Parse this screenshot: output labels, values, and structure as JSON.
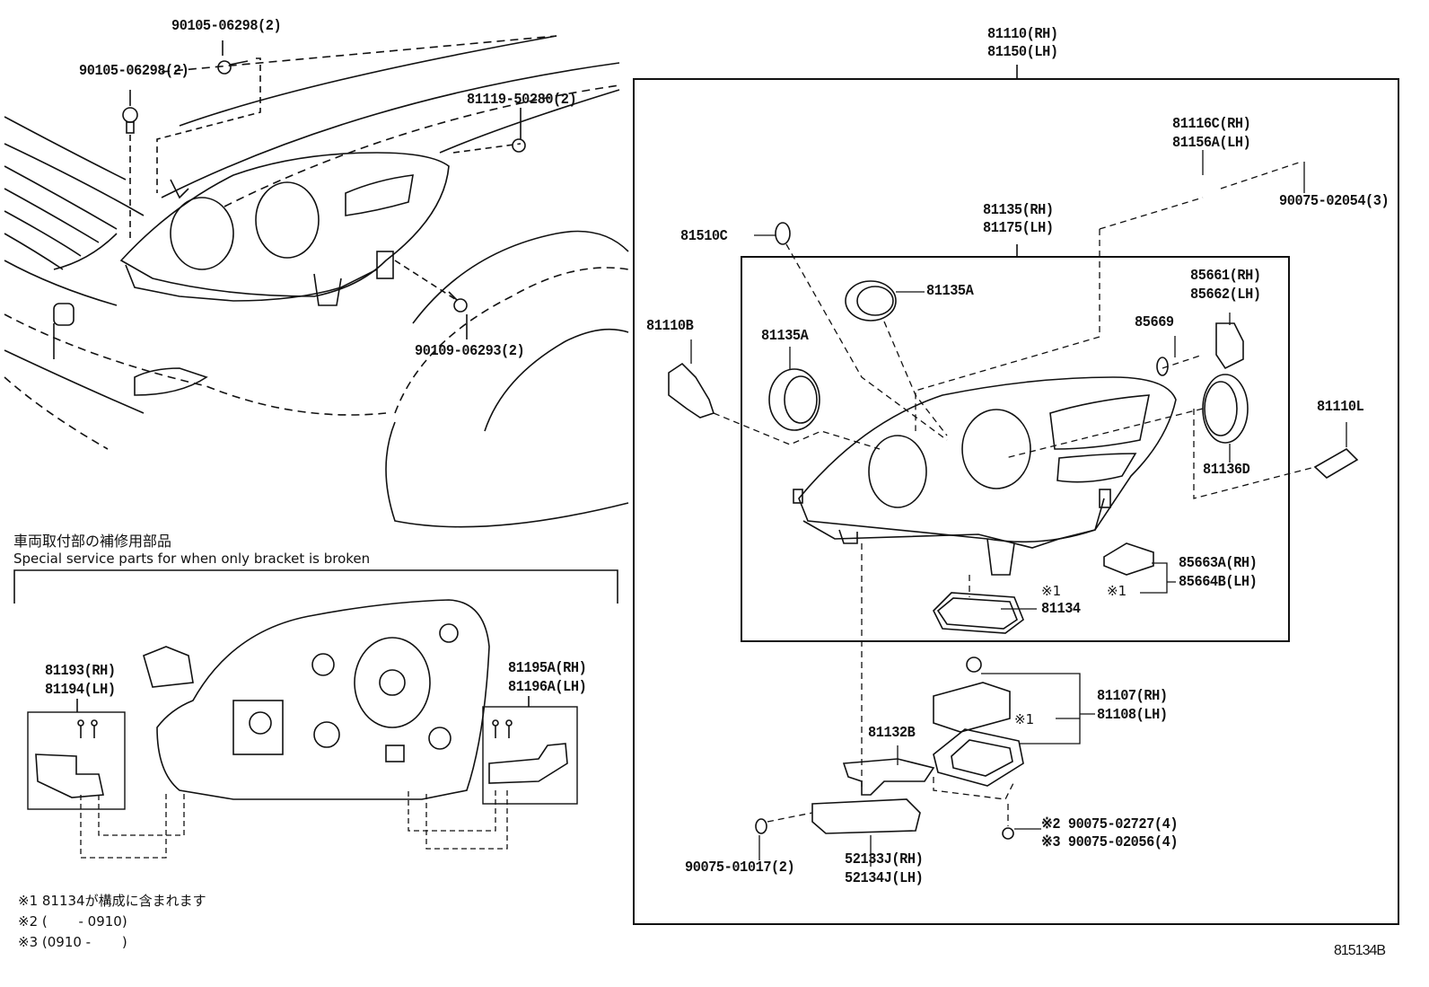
{
  "diagram": {
    "figure_code": "815134B",
    "section_title_jp": "車両取付部の補修用部品",
    "section_title_en": "Special service parts for when only bracket is broken",
    "notes": [
      "※1 81134が構成に含まれます",
      "※2 (　　 - 0910)",
      "※3 (0910 - 　　)"
    ],
    "vehicle_labels": {
      "bolt_upper": "90105-06298(2)",
      "bolt_left": "90105-06298(2)",
      "clip": "81119-50280(2)",
      "bolt_lower": "90109-06293(2)"
    },
    "assembly": {
      "headlamp_rh": "81110(RH)",
      "headlamp_lh": "81150(LH)",
      "bracket_rh": "81116C(RH)",
      "bracket_lh": "81156A(LH)",
      "bracket_screw": "90075-02054(3)",
      "unit_rh": "81135(RH)",
      "unit_lh": "81175(LH)",
      "cap_c": "81510C",
      "cover_a_top": "81135A",
      "cover_a_left": "81135A",
      "bulb_b": "81110B",
      "oring": "85669",
      "actuator_rh": "85661(RH)",
      "actuator_lh": "85662(LH)",
      "cover_d": "81136D",
      "bulb_l": "81110L",
      "socket_rh": "85663A(RH)",
      "socket_lh": "85664B(LH)",
      "note1_a": "※1",
      "note1_b": "※1",
      "gasket_note": "※1",
      "gasket": "81134",
      "ballast_note": "※1",
      "ballast_rh": "81107(RH)",
      "ballast_lh": "81108(LH)",
      "bracket_b": "81132B",
      "screw_note2": "※2 90075-02727(4)",
      "screw_note3": "※3 90075-02056(4)",
      "computer_screw": "90075-01017(2)",
      "computer_rh": "52133J(RH)",
      "computer_lh": "52134J(LH)"
    },
    "service_parts": {
      "left_rh": "81193(RH)",
      "left_lh": "81194(LH)",
      "right_rh": "81195A(RH)",
      "right_lh": "81196A(LH)"
    }
  }
}
